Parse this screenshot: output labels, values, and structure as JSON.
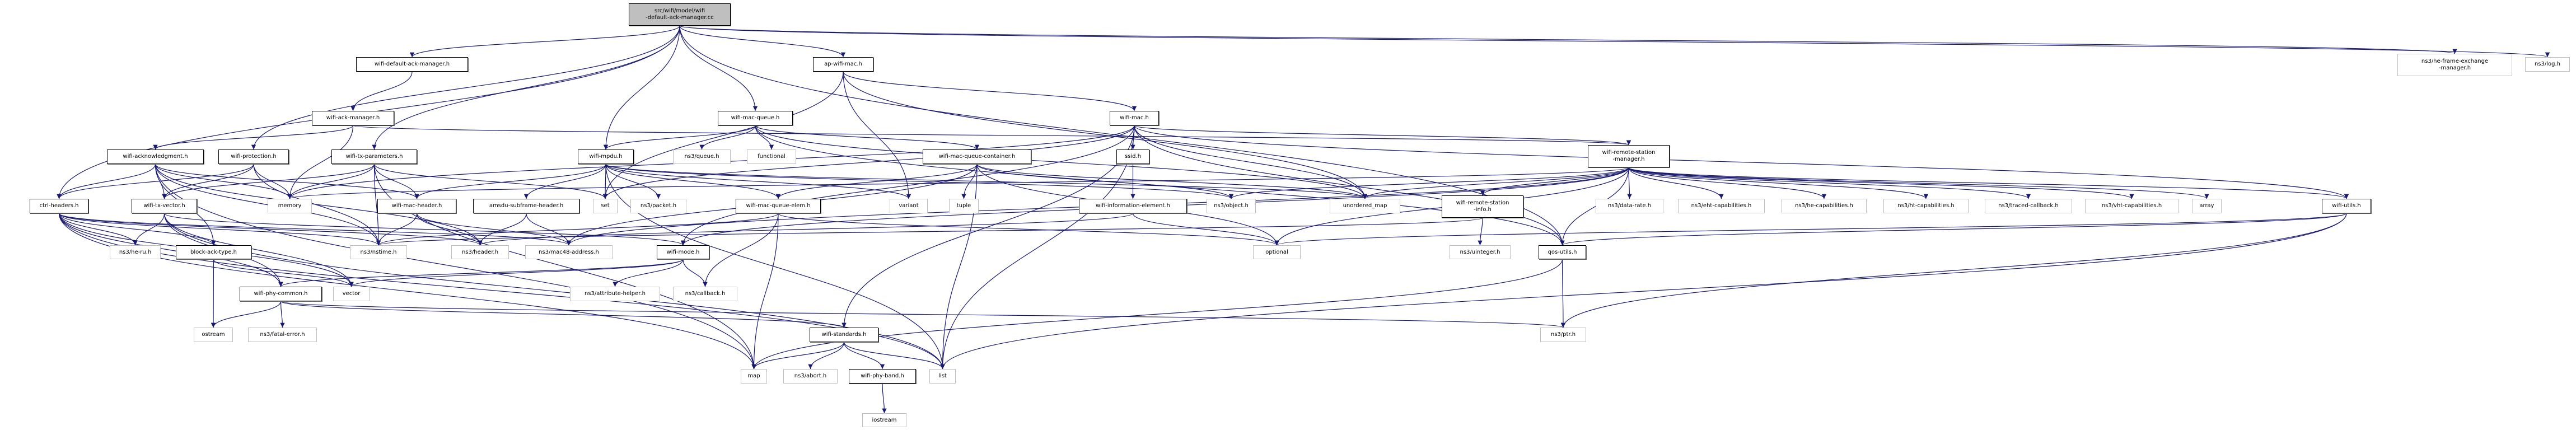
{
  "title": "Include dependency graph for src/wifi/model/wifi-default-ack-manager.cc",
  "colors": {
    "edge": "#191970",
    "root_fill": "#bfbfbf",
    "local_border": "#000000",
    "system_border": "#bfbfbf"
  },
  "nodes": [
    {
      "id": "root",
      "label": "src/wifi/model/wifi\n-default-ack-manager.cc",
      "kind": "root"
    },
    {
      "id": "wdam",
      "label": "wifi-default-ack-manager.h",
      "kind": "local"
    },
    {
      "id": "apmac",
      "label": "ap-wifi-mac.h",
      "kind": "local"
    },
    {
      "id": "hefem",
      "label": "ns3/he-frame-exchange\n-manager.h",
      "kind": "sys"
    },
    {
      "id": "log",
      "label": "ns3/log.h",
      "kind": "sys"
    },
    {
      "id": "wam",
      "label": "wifi-ack-manager.h",
      "kind": "local"
    },
    {
      "id": "wmq",
      "label": "wifi-mac-queue.h",
      "kind": "local"
    },
    {
      "id": "wmac",
      "label": "wifi-mac.h",
      "kind": "local"
    },
    {
      "id": "wack",
      "label": "wifi-acknowledgment.h",
      "kind": "local"
    },
    {
      "id": "wprot",
      "label": "wifi-protection.h",
      "kind": "local"
    },
    {
      "id": "wtxp",
      "label": "wifi-tx-parameters.h",
      "kind": "local"
    },
    {
      "id": "wmpdu",
      "label": "wifi-mpdu.h",
      "kind": "local"
    },
    {
      "id": "queue",
      "label": "ns3/queue.h",
      "kind": "sys"
    },
    {
      "id": "functional",
      "label": "functional",
      "kind": "sys"
    },
    {
      "id": "wmqc",
      "label": "wifi-mac-queue-container.h",
      "kind": "local"
    },
    {
      "id": "ssid",
      "label": "ssid.h",
      "kind": "local"
    },
    {
      "id": "wrsm",
      "label": "wifi-remote-station\n-manager.h",
      "kind": "local"
    },
    {
      "id": "ctrl",
      "label": "ctrl-headers.h",
      "kind": "local"
    },
    {
      "id": "txvec",
      "label": "wifi-tx-vector.h",
      "kind": "local"
    },
    {
      "id": "memory",
      "label": "memory",
      "kind": "sys"
    },
    {
      "id": "wmh",
      "label": "wifi-mac-header.h",
      "kind": "local"
    },
    {
      "id": "amsdu",
      "label": "amsdu-subframe-header.h",
      "kind": "local"
    },
    {
      "id": "set",
      "label": "set",
      "kind": "sys"
    },
    {
      "id": "packet",
      "label": "ns3/packet.h",
      "kind": "sys"
    },
    {
      "id": "wmqe",
      "label": "wifi-mac-queue-elem.h",
      "kind": "local"
    },
    {
      "id": "variant",
      "label": "variant",
      "kind": "sys"
    },
    {
      "id": "tuple",
      "label": "tuple",
      "kind": "sys"
    },
    {
      "id": "wie",
      "label": "wifi-information-element.h",
      "kind": "local"
    },
    {
      "id": "object",
      "label": "ns3/object.h",
      "kind": "sys"
    },
    {
      "id": "umap",
      "label": "unordered_map",
      "kind": "sys"
    },
    {
      "id": "wrsi",
      "label": "wifi-remote-station\n-info.h",
      "kind": "local"
    },
    {
      "id": "datarate",
      "label": "ns3/data-rate.h",
      "kind": "sys"
    },
    {
      "id": "eht",
      "label": "ns3/eht-capabilities.h",
      "kind": "sys"
    },
    {
      "id": "hecap",
      "label": "ns3/he-capabilities.h",
      "kind": "sys"
    },
    {
      "id": "ht",
      "label": "ns3/ht-capabilities.h",
      "kind": "sys"
    },
    {
      "id": "traced",
      "label": "ns3/traced-callback.h",
      "kind": "sys"
    },
    {
      "id": "vht",
      "label": "ns3/vht-capabilities.h",
      "kind": "sys"
    },
    {
      "id": "array",
      "label": "array",
      "kind": "sys"
    },
    {
      "id": "wutils",
      "label": "wifi-utils.h",
      "kind": "local"
    },
    {
      "id": "heru",
      "label": "ns3/he-ru.h",
      "kind": "sys"
    },
    {
      "id": "bat",
      "label": "block-ack-type.h",
      "kind": "local"
    },
    {
      "id": "nstime",
      "label": "ns3/nstime.h",
      "kind": "sys"
    },
    {
      "id": "header",
      "label": "ns3/header.h",
      "kind": "sys"
    },
    {
      "id": "mac48",
      "label": "ns3/mac48-address.h",
      "kind": "sys"
    },
    {
      "id": "wmode",
      "label": "wifi-mode.h",
      "kind": "local"
    },
    {
      "id": "optional",
      "label": "optional",
      "kind": "sys"
    },
    {
      "id": "uinteger",
      "label": "ns3/uinteger.h",
      "kind": "sys"
    },
    {
      "id": "qos",
      "label": "qos-utils.h",
      "kind": "local"
    },
    {
      "id": "wpc",
      "label": "wifi-phy-common.h",
      "kind": "local"
    },
    {
      "id": "vector",
      "label": "vector",
      "kind": "sys"
    },
    {
      "id": "attr",
      "label": "ns3/attribute-helper.h",
      "kind": "sys"
    },
    {
      "id": "callback",
      "label": "ns3/callback.h",
      "kind": "sys"
    },
    {
      "id": "ostream",
      "label": "ostream",
      "kind": "sys"
    },
    {
      "id": "fatal",
      "label": "ns3/fatal-error.h",
      "kind": "sys"
    },
    {
      "id": "wstd",
      "label": "wifi-standards.h",
      "kind": "local"
    },
    {
      "id": "ptr",
      "label": "ns3/ptr.h",
      "kind": "sys"
    },
    {
      "id": "map",
      "label": "map",
      "kind": "sys"
    },
    {
      "id": "abort",
      "label": "ns3/abort.h",
      "kind": "sys"
    },
    {
      "id": "wpb",
      "label": "wifi-phy-band.h",
      "kind": "local"
    },
    {
      "id": "list",
      "label": "list",
      "kind": "sys"
    },
    {
      "id": "iostream",
      "label": "iostream",
      "kind": "sys"
    }
  ],
  "edges": [
    [
      "root",
      "wdam"
    ],
    [
      "root",
      "apmac"
    ],
    [
      "root",
      "hefem"
    ],
    [
      "root",
      "log"
    ],
    [
      "root",
      "wmq"
    ],
    [
      "root",
      "wmpdu"
    ],
    [
      "root",
      "wtxp"
    ],
    [
      "root",
      "wprot"
    ],
    [
      "root",
      "ctrl"
    ],
    [
      "root",
      "qos"
    ],
    [
      "wdam",
      "wam"
    ],
    [
      "wam",
      "wack"
    ],
    [
      "wam",
      "memory"
    ],
    [
      "wam",
      "wrsm"
    ],
    [
      "apmac",
      "wmac"
    ],
    [
      "apmac",
      "umap"
    ],
    [
      "apmac",
      "variant"
    ],
    [
      "apmac",
      "set"
    ],
    [
      "wmq",
      "wmpdu"
    ],
    [
      "wmq",
      "queue"
    ],
    [
      "wmq",
      "functional"
    ],
    [
      "wmq",
      "wmqc"
    ],
    [
      "wmq",
      "umap"
    ],
    [
      "wmq",
      "qos"
    ],
    [
      "wmac",
      "ssid"
    ],
    [
      "wmac",
      "wrsm"
    ],
    [
      "wmac",
      "umap"
    ],
    [
      "wmac",
      "wstd"
    ],
    [
      "wmac",
      "list"
    ],
    [
      "wmac",
      "wmode"
    ],
    [
      "wmac",
      "memory"
    ],
    [
      "wmac",
      "set"
    ],
    [
      "wmac",
      "wutils"
    ],
    [
      "wmac",
      "qos"
    ],
    [
      "wack",
      "ctrl"
    ],
    [
      "wack",
      "txvec"
    ],
    [
      "wack",
      "memory"
    ],
    [
      "wack",
      "wmh"
    ],
    [
      "wack",
      "nstime"
    ],
    [
      "wack",
      "map"
    ],
    [
      "wack",
      "bat"
    ],
    [
      "wack",
      "header"
    ],
    [
      "wprot",
      "ctrl"
    ],
    [
      "wprot",
      "txvec"
    ],
    [
      "wprot",
      "memory"
    ],
    [
      "wprot",
      "nstime"
    ],
    [
      "wtxp",
      "txvec"
    ],
    [
      "wtxp",
      "memory"
    ],
    [
      "wtxp",
      "wmh"
    ],
    [
      "wtxp",
      "set"
    ],
    [
      "wtxp",
      "nstime"
    ],
    [
      "wtxp",
      "map"
    ],
    [
      "wmpdu",
      "wmh"
    ],
    [
      "wmpdu",
      "amsdu"
    ],
    [
      "wmpdu",
      "set"
    ],
    [
      "wmpdu",
      "packet"
    ],
    [
      "wmpdu",
      "wmqe"
    ],
    [
      "wmpdu",
      "variant"
    ],
    [
      "wmpdu",
      "list"
    ],
    [
      "wmpdu",
      "object"
    ],
    [
      "wmpdu",
      "umap"
    ],
    [
      "wmqc",
      "wmqe"
    ],
    [
      "wmqc",
      "umap"
    ],
    [
      "wmqc",
      "tuple"
    ],
    [
      "wmqc",
      "list"
    ],
    [
      "wmqc",
      "optional"
    ],
    [
      "wmqc",
      "mac48"
    ],
    [
      "wmqc",
      "object"
    ],
    [
      "ssid",
      "wie"
    ],
    [
      "wie",
      "optional"
    ],
    [
      "wie",
      "header"
    ],
    [
      "wrsm",
      "wrsi"
    ],
    [
      "wrsm",
      "datarate"
    ],
    [
      "wrsm",
      "eht"
    ],
    [
      "wrsm",
      "hecap"
    ],
    [
      "wrsm",
      "ht"
    ],
    [
      "wrsm",
      "traced"
    ],
    [
      "wrsm",
      "vht"
    ],
    [
      "wrsm",
      "array"
    ],
    [
      "wrsm",
      "wutils"
    ],
    [
      "wrsm",
      "qos"
    ],
    [
      "wrsm",
      "object"
    ],
    [
      "wrsm",
      "umap"
    ],
    [
      "wrsm",
      "optional"
    ],
    [
      "wrsm",
      "wmode"
    ],
    [
      "wrsm",
      "mac48"
    ],
    [
      "wrsm",
      "memory"
    ],
    [
      "wrsi",
      "uinteger"
    ],
    [
      "wrsi",
      "nstime"
    ],
    [
      "ctrl",
      "heru"
    ],
    [
      "ctrl",
      "bat"
    ],
    [
      "ctrl",
      "wpc"
    ],
    [
      "ctrl",
      "vector"
    ],
    [
      "ctrl",
      "nstime"
    ],
    [
      "ctrl",
      "header"
    ],
    [
      "ctrl",
      "mac48"
    ],
    [
      "ctrl",
      "list"
    ],
    [
      "ctrl",
      "map"
    ],
    [
      "txvec",
      "heru"
    ],
    [
      "txvec",
      "wmode"
    ],
    [
      "txvec",
      "wpc"
    ],
    [
      "txvec",
      "vector"
    ],
    [
      "txvec",
      "list"
    ],
    [
      "wmh",
      "header"
    ],
    [
      "wmh",
      "mac48"
    ],
    [
      "wmh",
      "nstime"
    ],
    [
      "amsdu",
      "header"
    ],
    [
      "amsdu",
      "mac48"
    ],
    [
      "wmqe",
      "callback"
    ],
    [
      "wmqe",
      "map"
    ],
    [
      "wmqe",
      "nstime"
    ],
    [
      "wmqe",
      "optional"
    ],
    [
      "bat",
      "ostream"
    ],
    [
      "bat",
      "vector"
    ],
    [
      "wmode",
      "attr"
    ],
    [
      "wmode",
      "callback"
    ],
    [
      "wmode",
      "vector"
    ],
    [
      "wmode",
      "wpc"
    ],
    [
      "wpc",
      "ostream"
    ],
    [
      "wpc",
      "fatal"
    ],
    [
      "wpc",
      "wstd"
    ],
    [
      "wpc",
      "ptr"
    ],
    [
      "qos",
      "ptr"
    ],
    [
      "qos",
      "map"
    ],
    [
      "wutils",
      "ptr"
    ],
    [
      "wutils",
      "list"
    ],
    [
      "wutils",
      "qos"
    ],
    [
      "wutils",
      "optional"
    ],
    [
      "wstd",
      "map"
    ],
    [
      "wstd",
      "abort"
    ],
    [
      "wstd",
      "wpb"
    ],
    [
      "wstd",
      "list"
    ],
    [
      "wpb",
      "iostream"
    ]
  ]
}
